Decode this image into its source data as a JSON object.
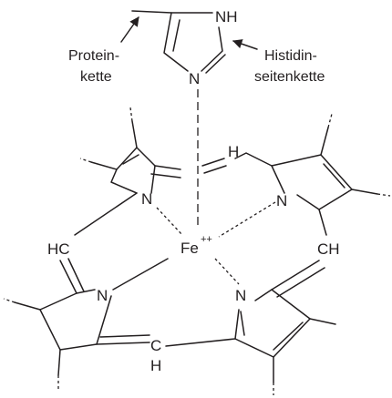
{
  "labels": {
    "protein_line1": "Protein-",
    "protein_line2": "kette",
    "histidin_line1": "Histidin-",
    "histidin_line2": "seitenkette",
    "fe": "Fe",
    "fe_charge": "++"
  },
  "atoms": {
    "imidazole_nh": "NH",
    "imidazole_n": "N",
    "ring_upper_left_n": "N",
    "ring_upper_right_n": "N",
    "ring_lower_left_n": "N",
    "ring_lower_right_n": "N",
    "methine_top": "H",
    "methine_right": "CH",
    "methine_left": "HC",
    "methine_bottom_c": "C",
    "methine_bottom_h": "H"
  },
  "colors": {
    "ink": "#231f20",
    "background": "#ffffff"
  }
}
